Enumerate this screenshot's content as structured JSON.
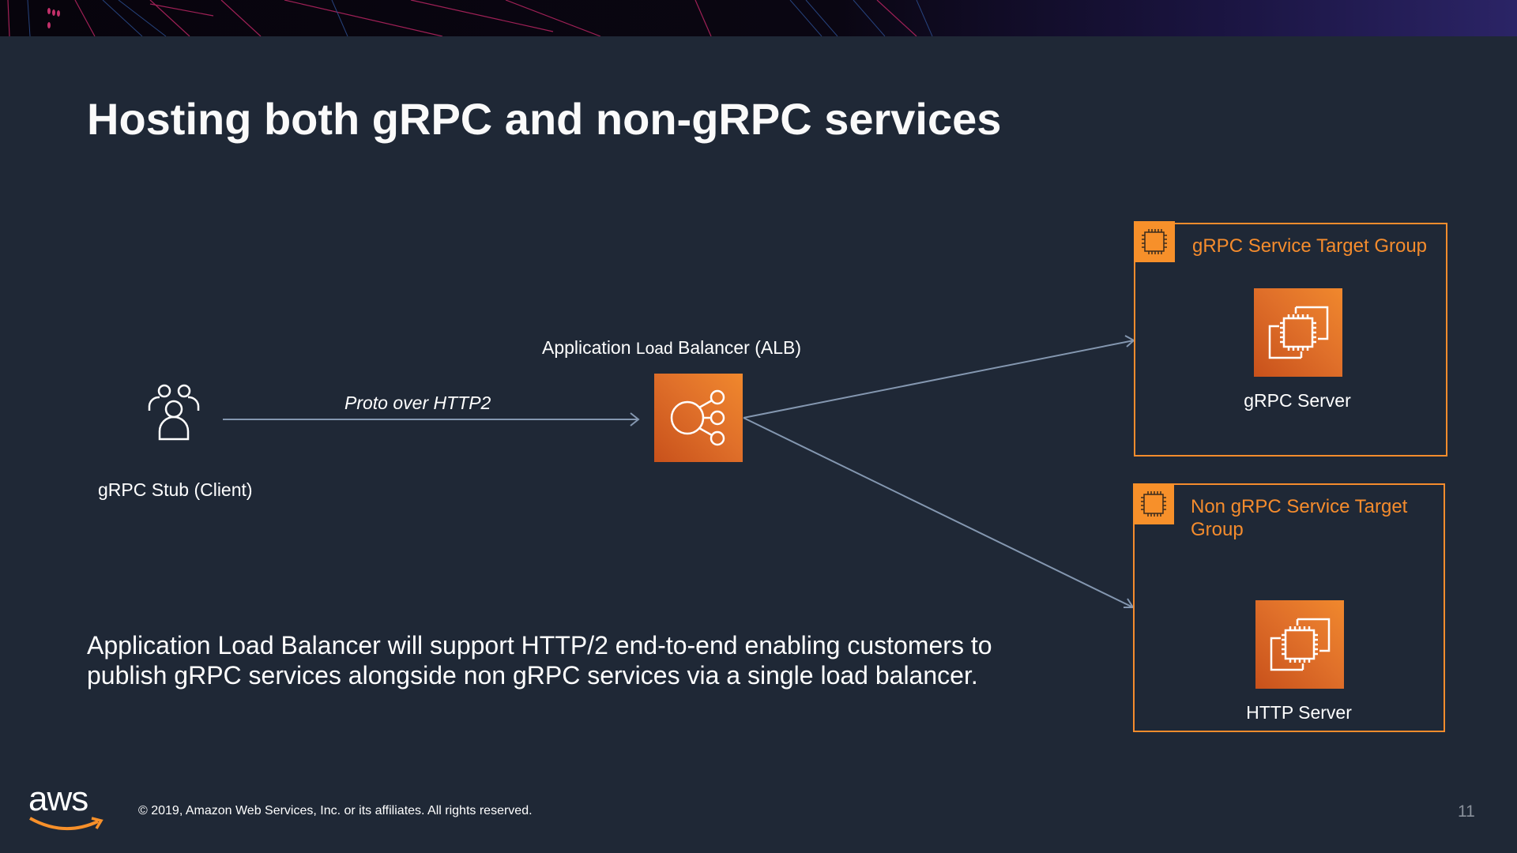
{
  "slide": {
    "title": "Hosting both gRPC and non-gRPC services",
    "page_number": "11",
    "footer": "© 2019, Amazon Web Services, Inc. or its affiliates. All rights reserved.",
    "logo": "aws",
    "body_text": [
      "Application Load Balancer will support HTTP/2 end-to-end enabling customers to",
      "publish gRPC services alongside non gRPC services via a single load balancer."
    ]
  },
  "diagram": {
    "client": {
      "label": "gRPC Stub (Client)",
      "icon": "users-icon"
    },
    "connection_label": "Proto over HTTP2",
    "alb": {
      "label_prefix": "Application ",
      "label_mid": "Load",
      "label_suffix": " Balancer (ALB)",
      "icon": "load-balancer-icon"
    },
    "groups": [
      {
        "title": "gRPC Service Target Group",
        "server_label": "gRPC Server",
        "icon": "ec2-instances-icon"
      },
      {
        "title_line1": "Non gRPC Service Target",
        "title_line2": "Group",
        "server_label": "HTTP Server",
        "icon": "ec2-instances-icon"
      }
    ],
    "colors": {
      "accent": "#f58c2d",
      "arrow": "#8497b0",
      "background": "#1f2836"
    }
  }
}
